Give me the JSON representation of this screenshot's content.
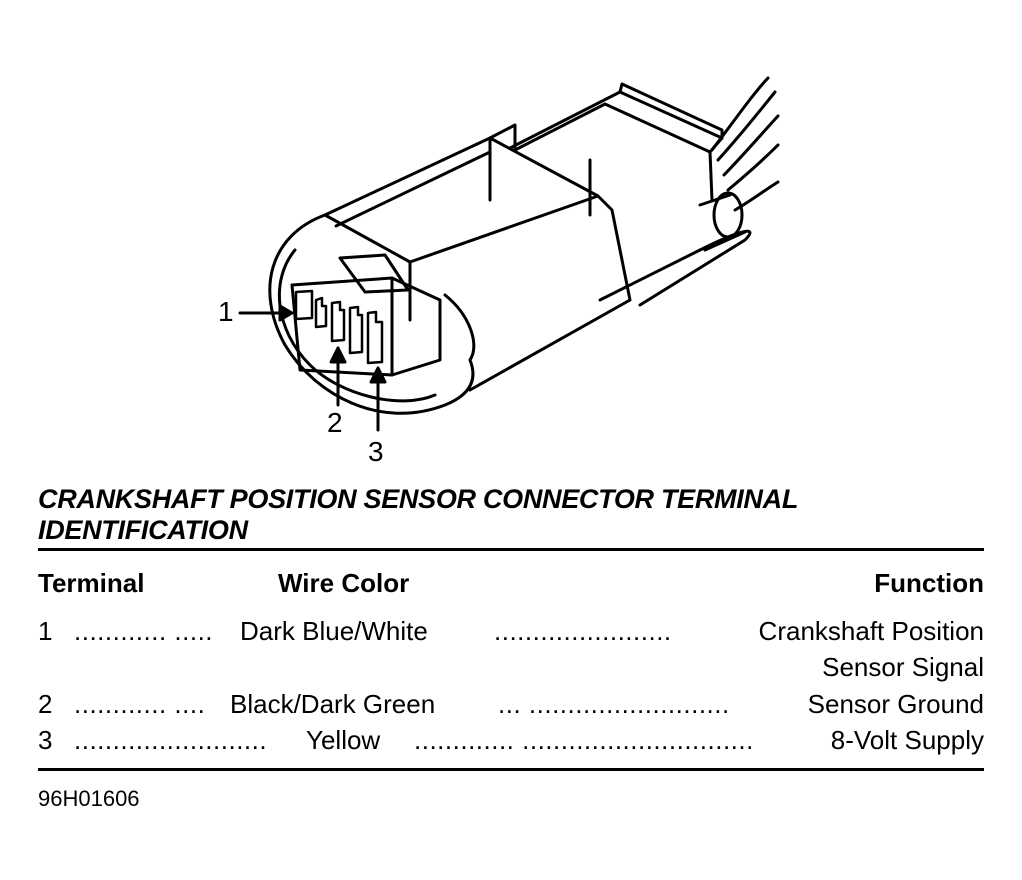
{
  "diagram": {
    "callouts": [
      "1",
      "2",
      "3"
    ]
  },
  "table": {
    "title": "CRANKSHAFT POSITION SENSOR CONNECTOR TERMINAL IDENTIFICATION",
    "headers": {
      "terminal": "Terminal",
      "wire_color": "Wire Color",
      "function": "Function"
    },
    "rows": [
      {
        "terminal": "1",
        "leader_a": "............ .....",
        "wire_color": "Dark Blue/White",
        "leader_b": "....................... ",
        "function_line1": "Crankshaft Position",
        "function_line2": "Sensor Signal"
      },
      {
        "terminal": "2",
        "leader_a": "............ ....",
        "wire_color": "Black/Dark Green",
        "leader_b": "... ..........................",
        "function_line1": "Sensor Ground"
      },
      {
        "terminal": "3",
        "leader_a": ".........................",
        "wire_color": "Yellow",
        "leader_b": "............. ..............................",
        "function_line1": "8-Volt Supply"
      }
    ]
  },
  "figure_code": "96H01606"
}
